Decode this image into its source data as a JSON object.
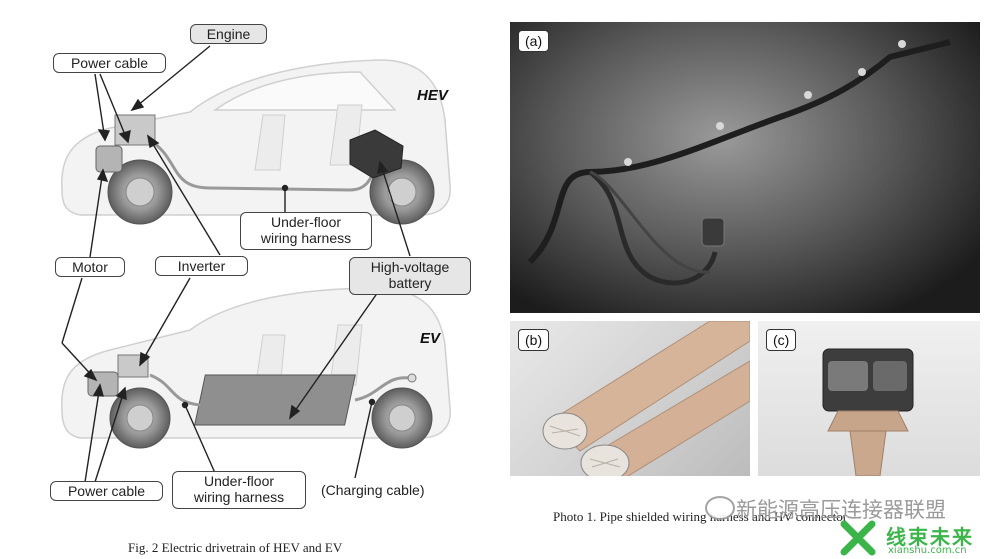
{
  "figure2": {
    "hev_tag": "HEV",
    "ev_tag": "EV",
    "labels": {
      "engine": "Engine",
      "power_cable_top": "Power cable",
      "underfloor_top": "Under-floor\nwiring harness",
      "motor": "Motor",
      "inverter": "Inverter",
      "hv_battery": "High-voltage\nbattery",
      "power_cable_bottom": "Power cable",
      "underfloor_bottom": "Under-floor\nwiring harness",
      "charging_cable": "(Charging cable)"
    },
    "caption": "Fig. 2   Electric drivetrain of HEV and EV"
  },
  "photo1": {
    "tag_a": "(a)",
    "tag_b": "(b)",
    "tag_c": "(c)",
    "caption": "Photo 1.  Pipe shielded wiring harness and HV connector"
  },
  "watermark": {
    "wechat_text": "新能源高压连接器联盟",
    "logo_text": "线束未来",
    "logo_url": "xianshu.com.cn",
    "colors": {
      "logo_green": "#3bb54a"
    }
  }
}
